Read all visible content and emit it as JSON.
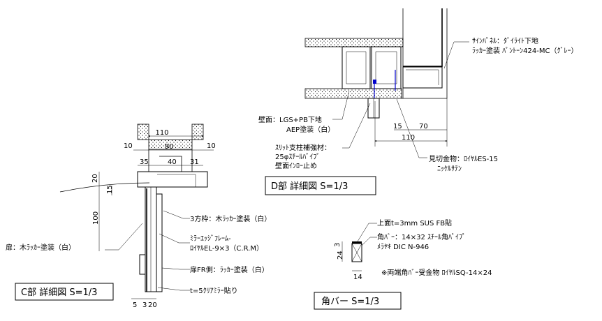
{
  "c_detail": {
    "title": "C部  詳細図  S=1/3",
    "dims": {
      "d110": "110",
      "d10_left": "10",
      "d90": "90",
      "d10_right": "10",
      "d35": "35",
      "d40": "40",
      "d31": "31",
      "d20": "20",
      "d15": "15",
      "d100": "100",
      "d5": "5",
      "d3": "3",
      "d20_bottom": "20"
    },
    "notes": {
      "frame3": "3方枠：木ﾗｯｶｰ塗装（白）",
      "door": "扉：木ﾗｯｶｰ塗装（白）",
      "mirror_edge_1": "ﾐﾗｰｴｯｼﾞﾌﾚｰﾑ-",
      "mirror_edge_2": "ﾛｲﾔﾙEL-9×3（C.R.M）",
      "door_fr": "扉FR側：ﾗｯｶｰ塗装（白）",
      "mirror": "t=5ｸﾘｱﾐﾗｰ貼り"
    }
  },
  "d_detail": {
    "title": "D部  詳細図  S=1/3",
    "dims": {
      "d15": "15",
      "d70": "70",
      "d110": "110"
    },
    "notes": {
      "sign_panel_1": "ｻｲﾝﾊﾟﾈﾙ：ﾀﾞｲﾗｲﾄ下地",
      "sign_panel_2": "ﾗｯｶｰ塗装 ﾊﾟﾝﾄｰﾝ424-MC（ｸﾞﾚｰ）",
      "wall_1": "壁面：LGS+PB下地",
      "wall_2": "AEP塗装（白）",
      "slit_1": "ｽﾘｯﾄ支柱補強材：",
      "slit_2": "25φｽﾁｰﾙﾊﾟｲﾌﾟ",
      "slit_3": "壁面ｲﾝﾛｰ止め",
      "mikiri_1": "見切金物：ﾛｲﾔﾙES-15",
      "mikiri_2": "ﾆｯｹﾙｻﾃﾝ"
    }
  },
  "kaku_bar": {
    "title": "角バー  S=1/3",
    "dims": {
      "d24": "24",
      "d3": "3",
      "d14": "14"
    },
    "notes": {
      "top": "上面t=3mm SUS FB貼",
      "bar_1": "角ﾊﾞｰ：14×32 ｽﾁｰﾙ角ﾊﾟｲﾌﾟ",
      "bar_2": "ﾒﾗﾔｷ DIC N-946",
      "receiver": "※両端角ﾊﾞｰ受金物 ﾛｲﾔﾙSQ-14×24"
    }
  },
  "colors": {
    "ink": "#000000",
    "accent": "#0000cc",
    "paper": "#ffffff"
  }
}
